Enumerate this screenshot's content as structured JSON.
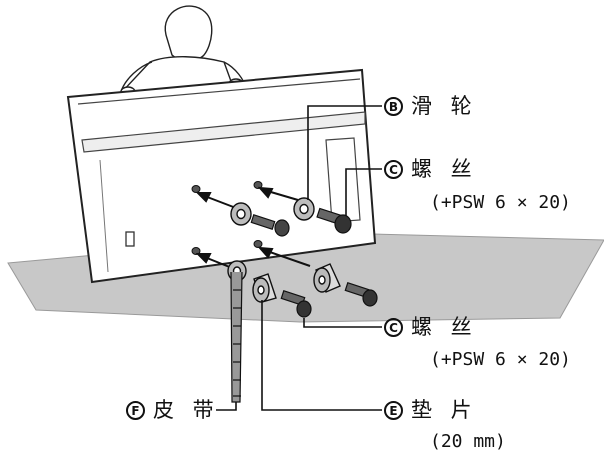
{
  "callouts": {
    "b": {
      "letter": "B",
      "label": "滑 轮"
    },
    "c1": {
      "letter": "C",
      "label": "螺 丝",
      "spec": "(+PSW 6 × 20)"
    },
    "c2": {
      "letter": "C",
      "label": "螺 丝",
      "spec": "(+PSW 6 × 20)"
    },
    "f": {
      "letter": "F",
      "label": "皮 带"
    },
    "e": {
      "letter": "E",
      "label": "垫 片",
      "spec": "(20 mm)"
    }
  }
}
